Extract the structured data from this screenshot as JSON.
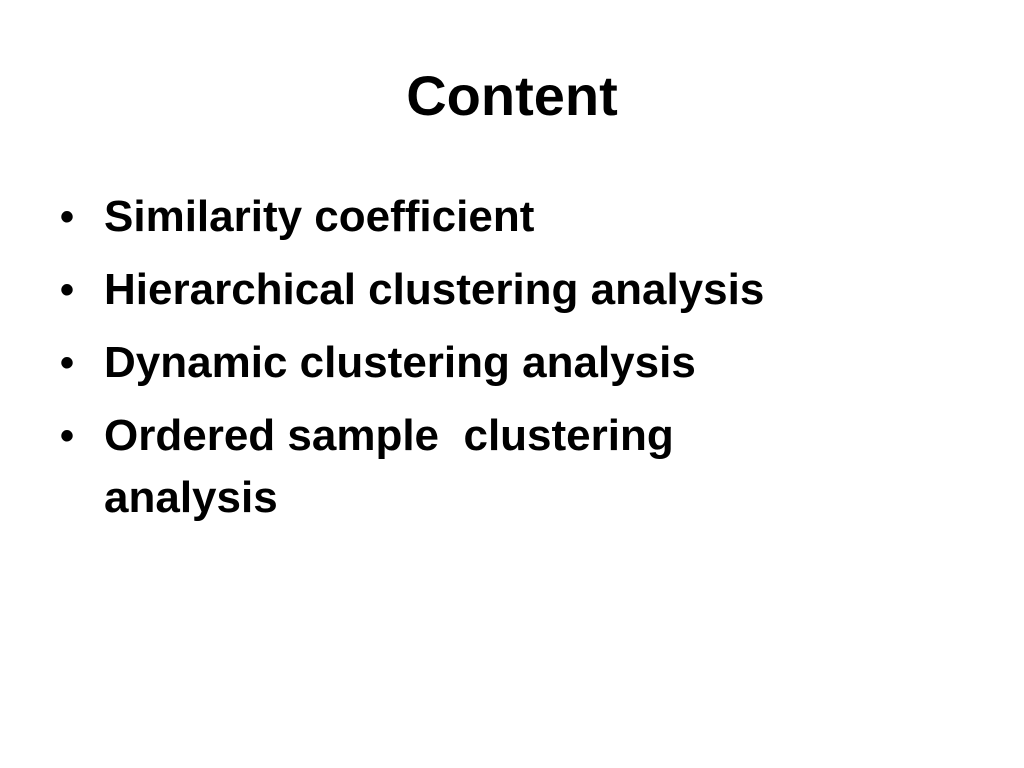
{
  "slide": {
    "title": "Content",
    "bullet_symbol": "•",
    "items": [
      {
        "label": "Similarity coefficient"
      },
      {
        "label": "Hierarchical clustering analysis"
      },
      {
        "label": "Dynamic clustering analysis"
      },
      {
        "label": "Ordered sample  clustering analysis"
      }
    ]
  }
}
